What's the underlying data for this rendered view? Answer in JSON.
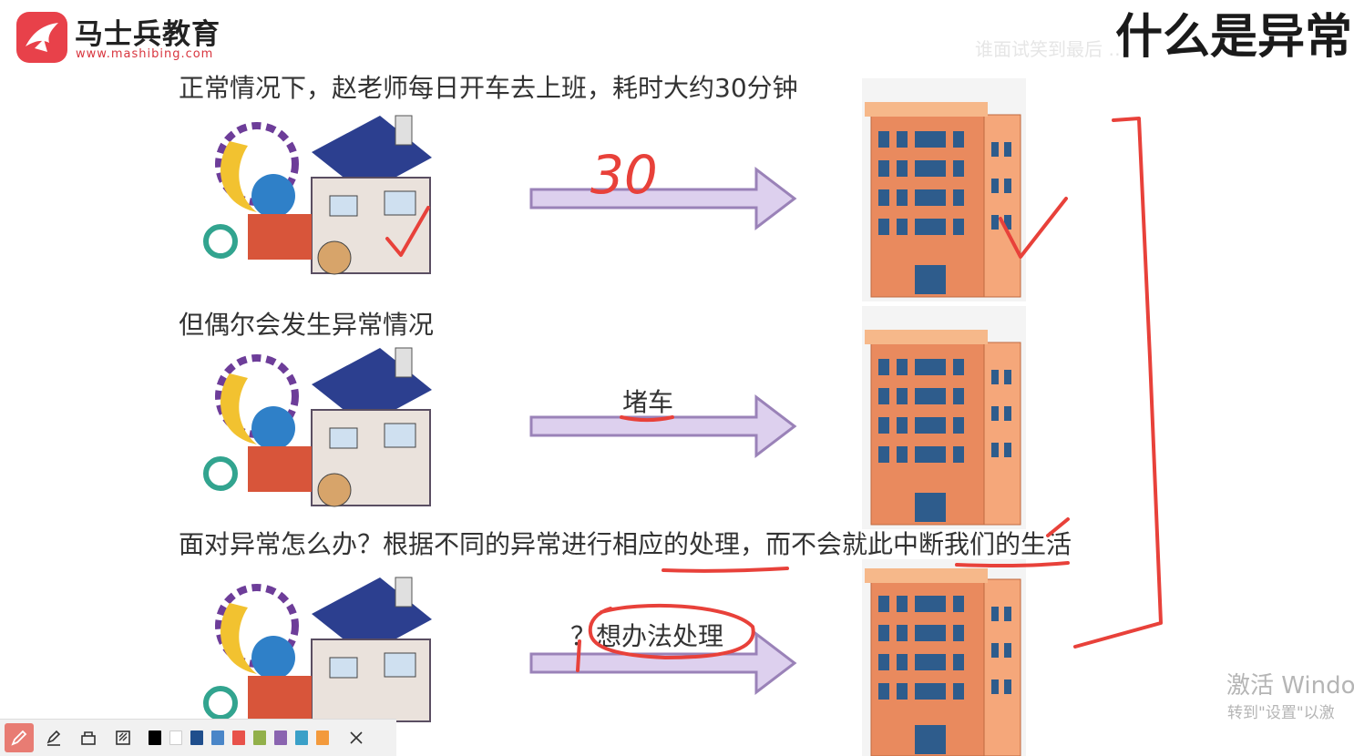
{
  "brand": {
    "name": "马士兵教育",
    "url": "www.mashibing.com"
  },
  "slide": {
    "title": "什么是异常",
    "watermark": "谁面试笑到最后 …",
    "line1": "正常情况下，赵老师每日开车去上班，耗时大约30分钟",
    "line2": "但偶尔会发生异常情况",
    "line3": "面对异常怎么办？根据不同的异常进行相应的处理，而不会就此中断我们的生活",
    "arrow2_label": "堵车",
    "arrow3_label": "？想办法处理",
    "handwritten_30": "30"
  },
  "os_watermark": {
    "line1": "激活 Windo",
    "line2": "转到\"设置\"以激"
  },
  "toolbar": {
    "tools": [
      "pen-icon",
      "highlighter-icon",
      "eraser-icon",
      "clear-icon"
    ],
    "colors": [
      "#000000",
      "#ffffff",
      "#1f4e8c",
      "#4a86c8",
      "#e8524a",
      "#92b04a",
      "#8a64b0",
      "#3aa0c8",
      "#f39a3c"
    ],
    "close_icon": "close-icon"
  },
  "colors": {
    "accent": "#e8414a",
    "ink": "#e8413a",
    "arrow_fill": "#ddd0ee",
    "arrow_stroke": "#9a82b8"
  }
}
